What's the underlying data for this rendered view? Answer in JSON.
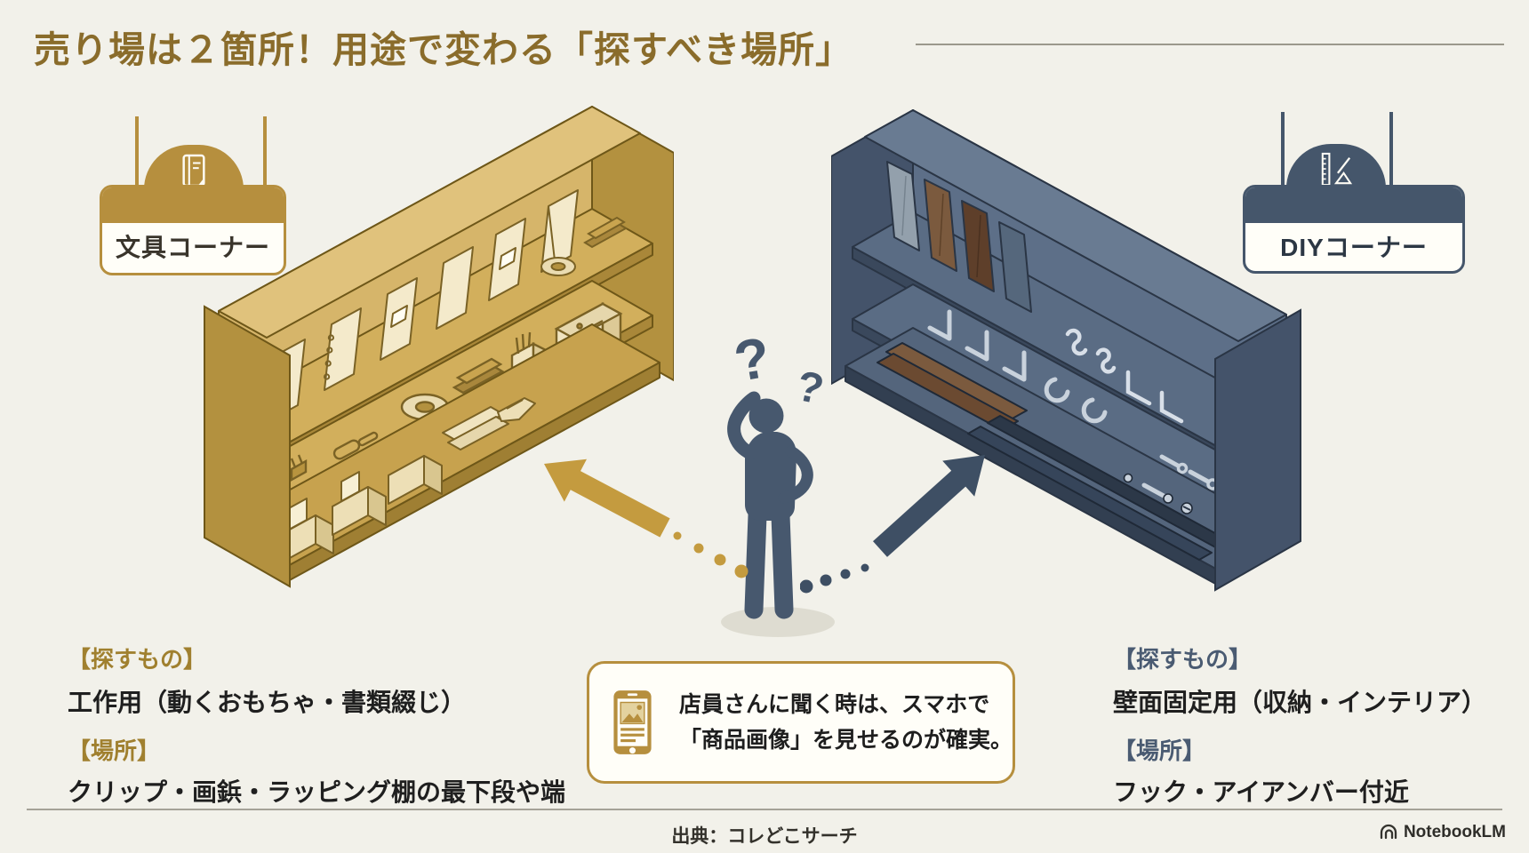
{
  "title": "売り場は２箇所！用途で変わる「探すべき場所」",
  "stationery_badge": {
    "label": "文具コーナー",
    "icon": "notebook-icon"
  },
  "diy_badge": {
    "label": "DIYコーナー",
    "icon": "ruler-square-icon"
  },
  "stationery_info": {
    "search_heading": "【探すもの】",
    "search_value": "工作用（動くおもちゃ・書類綴じ）",
    "place_heading": "【場所】",
    "place_value": "クリップ・画鋲・ラッピング棚の最下段や端"
  },
  "diy_info": {
    "search_heading": "【探すもの】",
    "search_value": "壁面固定用（収納・インテリア）",
    "place_heading": "【場所】",
    "place_value": "フック・アイアンバー付近"
  },
  "tip_callout": {
    "icon": "smartphone-icon",
    "line1": "店員さんに聞く時は、スマホで",
    "line2": "「商品画像」を見せるのが確実。"
  },
  "person": {
    "question_mark_large": "?",
    "question_mark_small": "?"
  },
  "footer": {
    "source": "出典：コレどこサーチ",
    "brand": "NotebookLM"
  },
  "colors": {
    "background": "#F2F1EA",
    "title": "#8A6C2B",
    "stationery_gold": "#C2A04C",
    "stationery_accent": "#B68F3E",
    "diy_slate": "#45566B",
    "person_navy": "#47586E",
    "text_dark": "#1F1F1F"
  }
}
